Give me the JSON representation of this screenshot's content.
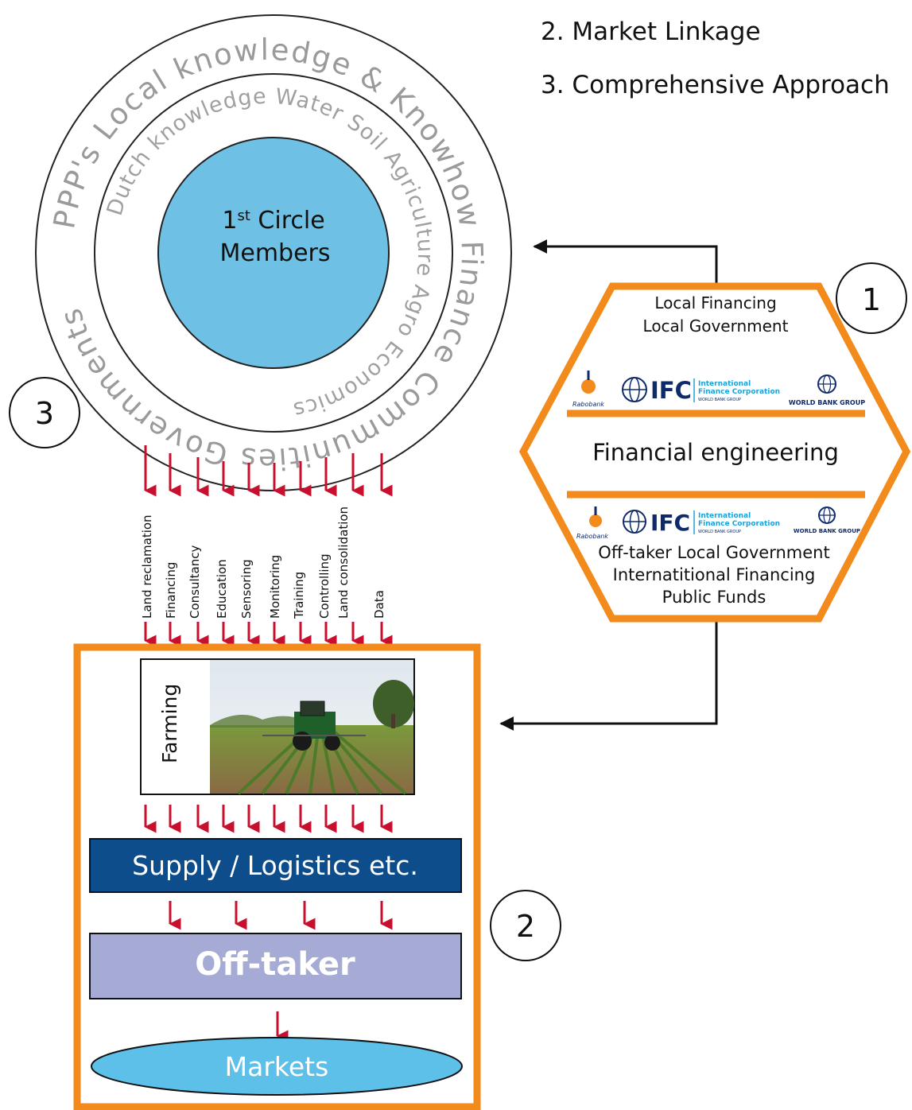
{
  "header": {
    "items": [
      "2. Market Linkage",
      "3. Comprehensive Approach"
    ]
  },
  "circles": {
    "center": {
      "line1": "1",
      "sup": "st",
      "line2": " Circle",
      "line3": "Members"
    },
    "ring2_text": "Dutch knowledge   Water   Soil   Agriculture   Agro Economics",
    "ring3_text": "PPP's Local knowledge & Knowhow   Finance   Communities   Governments"
  },
  "numbers": {
    "one": "1",
    "two": "2",
    "three": "3"
  },
  "hexagon": {
    "top": {
      "line1": "Local Financing",
      "line2": "Local Government"
    },
    "middle": "Financial engineering",
    "bottom": {
      "line1": "Off-taker  Local Government",
      "line2": "Internatitional Financing",
      "line3": "Public Funds"
    },
    "logos": {
      "rabobank": "Rabobank",
      "ifc": "IFC",
      "ifc_line1": "International",
      "ifc_line2": "Finance Corporation",
      "ifc_line3": "WORLD BANK GROUP",
      "worldbank": "WORLD BANK GROUP"
    }
  },
  "services": [
    "Land reclamation",
    "Financing",
    "Consultancy",
    "Education",
    "Sensoring",
    "Monitoring",
    "Training",
    "Controlling",
    "Land consolidation",
    "Data"
  ],
  "chain": {
    "farming": "Farming",
    "supply": "Supply / Logistics etc.",
    "offtaker": "Off-taker",
    "markets": "Markets"
  },
  "colors": {
    "orange": "#f28a1c",
    "arrow_red": "#c8102e",
    "center_blue": "#6ec1e4",
    "supply_navy": "#0e4d8c",
    "offtaker_lavender": "#a6abd6",
    "markets_blue": "#5cc0e8"
  }
}
